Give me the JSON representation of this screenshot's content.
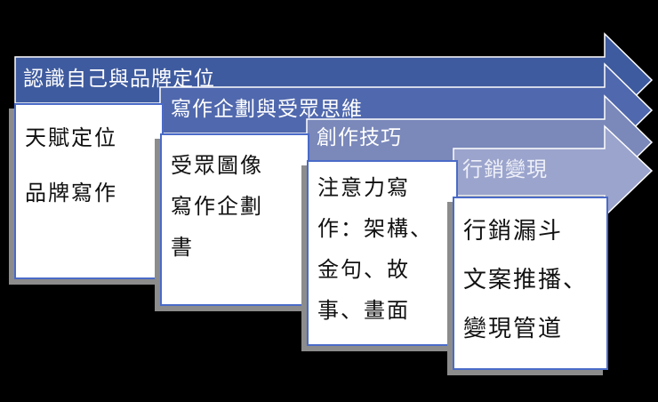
{
  "stages": [
    {
      "title": "認識自己與品牌定位",
      "color": "#3f5b9f",
      "items": [
        "天賦定位",
        "品牌寫作"
      ]
    },
    {
      "title": "寫作企劃與受眾思維",
      "color": "#5068ad",
      "items": [
        "受眾圖像",
        "寫作企劃",
        "書"
      ]
    },
    {
      "title": "創作技巧",
      "color": "#7a88ba",
      "items": [
        "注意力寫",
        "作：架構、",
        "金句、故",
        "事、畫面"
      ]
    },
    {
      "title": "行銷變現",
      "color": "#9ba4cc",
      "items": [
        "行銷漏斗",
        "文案推播、",
        "變現管道"
      ]
    }
  ]
}
